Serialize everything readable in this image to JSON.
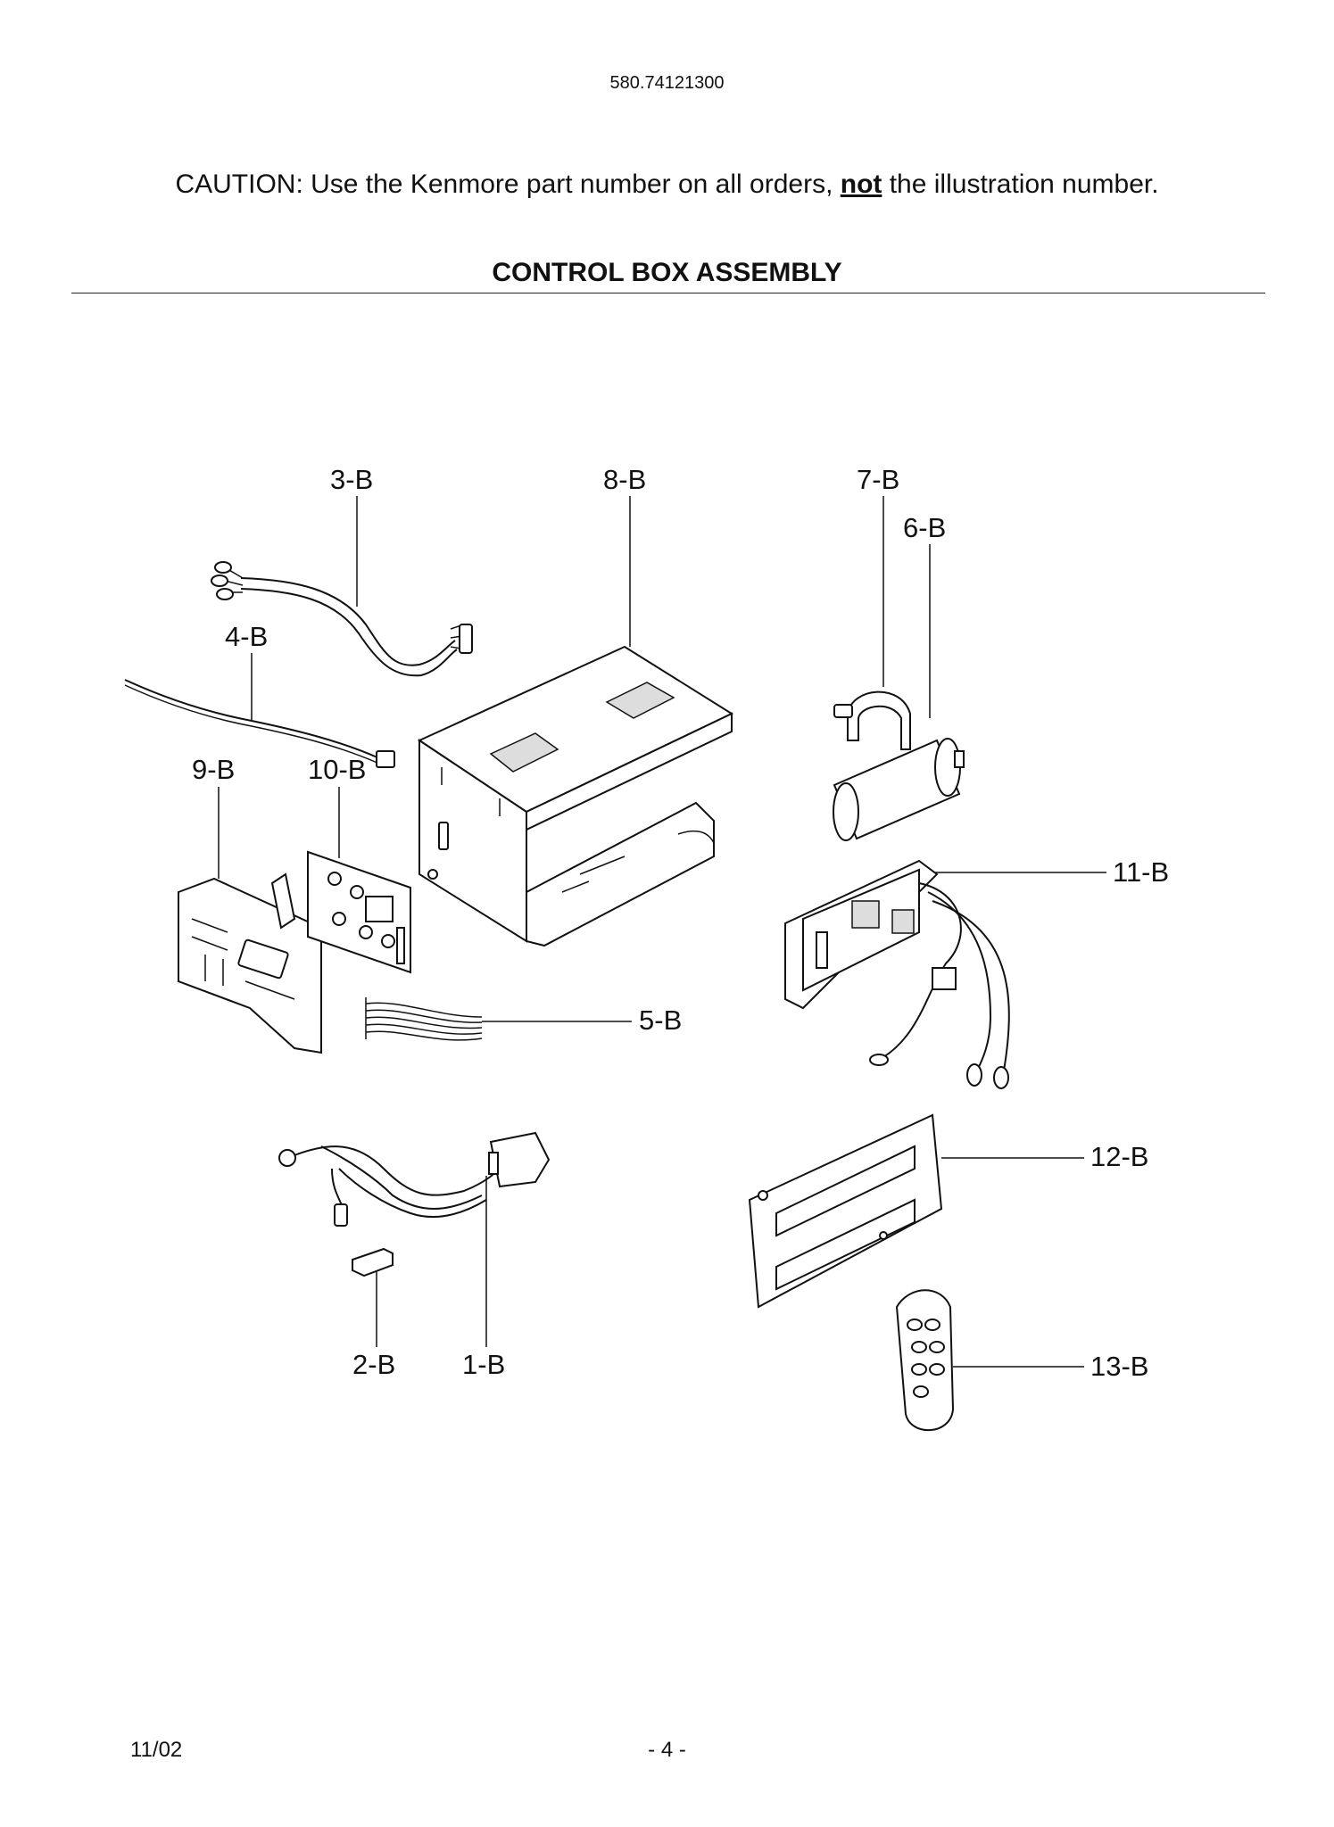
{
  "header": {
    "doc_number": "580.74121300",
    "caution_prefix": "CAUTION: Use the Kenmore part number on all orders, ",
    "caution_emphasis": "not",
    "caution_suffix": " the illustration number.",
    "section_title": "CONTROL BOX ASSEMBLY"
  },
  "callouts": {
    "c3b": "3-B",
    "c8b": "8-B",
    "c7b": "7-B",
    "c6b": "6-B",
    "c4b": "4-B",
    "c9b": "9-B",
    "c10b": "10-B",
    "c11b": "11-B",
    "c5b": "5-B",
    "c12b": "12-B",
    "c2b": "2-B",
    "c1b": "1-B",
    "c13b": "13-B"
  },
  "footer": {
    "date": "11/02",
    "page": "- 4 -"
  }
}
